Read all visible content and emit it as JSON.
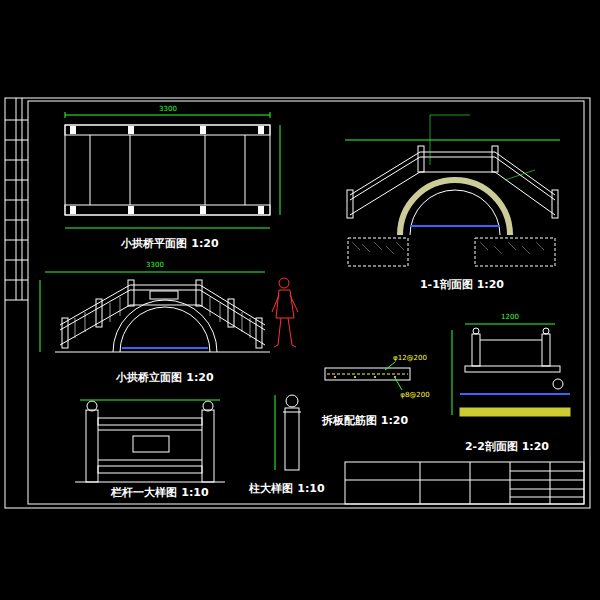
{
  "diagram": {
    "labels": [
      "小拱桥平面图 1:20",
      "小拱桥立面图 1:20",
      "栏杆一大样图 1:10",
      "柱大样图 1:10",
      "1-1剖面图 1:20",
      "拆板配筋图 1:20",
      "2-2剖面图 1:20",
      "3300",
      "3300",
      "1200",
      "φ12@200",
      "φ8@200"
    ]
  }
}
